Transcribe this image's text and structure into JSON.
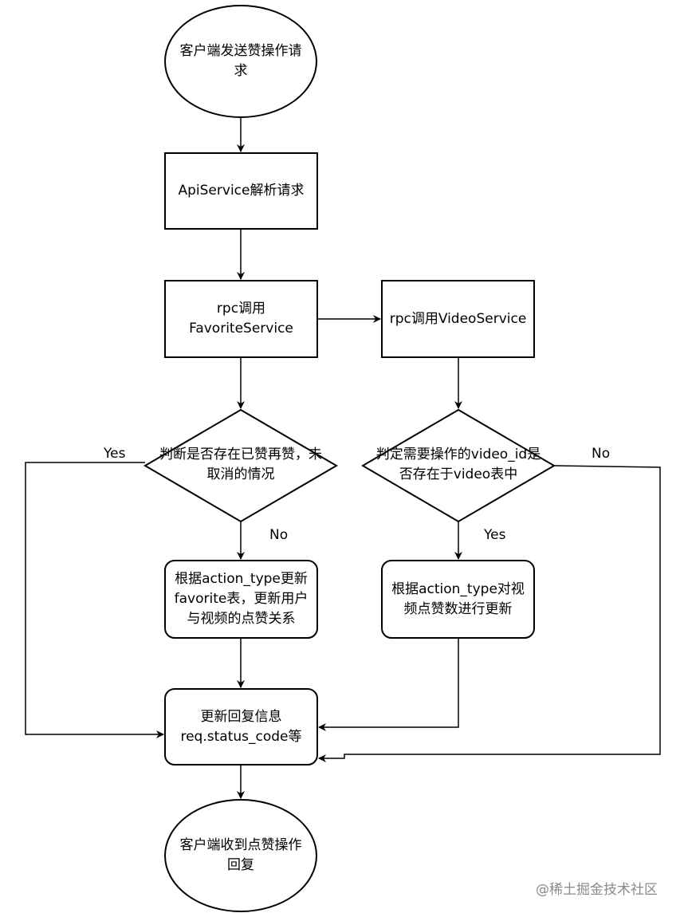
{
  "nodes": {
    "start": "客户端发送赞操作请\n求",
    "api": "ApiService解析请求",
    "rpc_fav": "rpc调用\nFavoriteService",
    "rpc_video": "rpc调用VideoService",
    "check_dup": "判断是否存在已赞再赞，未\n取消的情况",
    "check_video": "判定需要操作的video_id是\n否存在于video表中",
    "update_fav": "根据action_type更新\nfavorite表，更新用户\n与视频的点赞关系",
    "update_count": "根据action_type对视\n频点赞数进行更新",
    "reply": "更新回复信息\nreq.status_code等",
    "end": "客户端收到点赞操作\n回复"
  },
  "edge_labels": {
    "dup_yes": "Yes",
    "dup_no": "No",
    "video_yes": "Yes",
    "video_no": "No"
  },
  "watermark": "@稀土掘金技术社区"
}
